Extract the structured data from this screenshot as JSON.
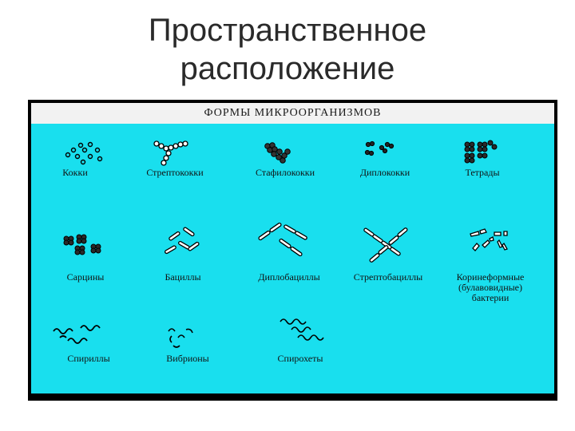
{
  "slide": {
    "title_line1": "Пространственное",
    "title_line2": "расположение"
  },
  "figure": {
    "heading": "ФОРМЫ   МИКРООРГАНИЗМОВ",
    "background_color": "#19dfee",
    "shapes": [
      {
        "name": "cocci-item",
        "label": "Кокки",
        "icon": "cocci-icon"
      },
      {
        "name": "streptococci-item",
        "label": "Стрептококки",
        "icon": "streptococci-icon"
      },
      {
        "name": "staphylococci-item",
        "label": "Стафилококки",
        "icon": "staphylococci-icon"
      },
      {
        "name": "diplococci-item",
        "label": "Диплококки",
        "icon": "diplococci-icon"
      },
      {
        "name": "tetrads-item",
        "label": "Тетрады",
        "icon": "tetrads-icon"
      },
      {
        "name": "sarcina-item",
        "label": "Сарцины",
        "icon": "sarcina-icon"
      },
      {
        "name": "bacilli-item",
        "label": "Бациллы",
        "icon": "bacilli-icon"
      },
      {
        "name": "diplobacilli-item",
        "label": "Диплобациллы",
        "icon": "diplobacilli-icon"
      },
      {
        "name": "streptobacilli-item",
        "label": "Стрептобациллы",
        "icon": "streptobacilli-icon"
      },
      {
        "name": "coryneform-item",
        "label_lines": [
          "Коринеформные",
          "(булавовидные)",
          "бактерии"
        ],
        "icon": "coryneform-icon"
      },
      {
        "name": "spirilla-item",
        "label": "Спириллы",
        "icon": "spirilla-icon"
      },
      {
        "name": "vibrio-item",
        "label": "Вибрионы",
        "icon": "vibrio-icon"
      },
      {
        "name": "spirochete-item",
        "label": "Спирохеты",
        "icon": "spirochete-icon"
      }
    ]
  }
}
